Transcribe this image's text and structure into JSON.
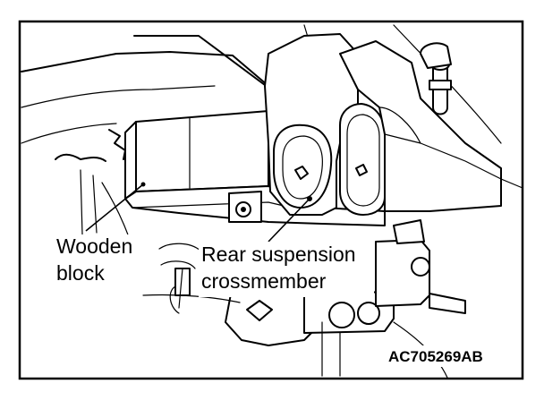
{
  "labels": {
    "wooden_block_line1": "Wooden",
    "wooden_block_line2": "block",
    "crossmember_line1": "Rear suspension",
    "crossmember_line2": "crossmember"
  },
  "figure_code": "AC705269AB"
}
